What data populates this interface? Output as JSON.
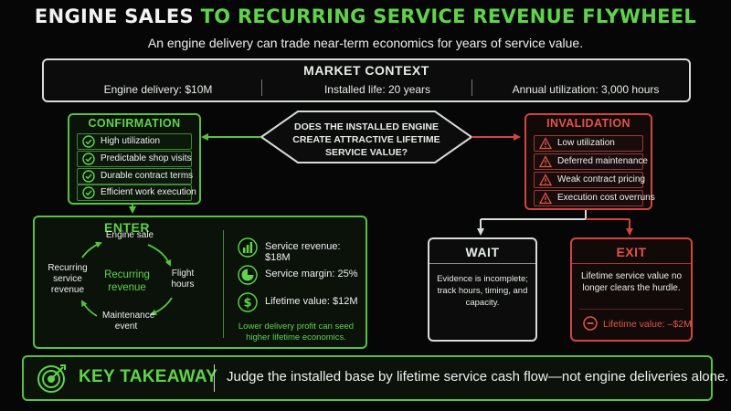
{
  "header": {
    "title_white": "ENGINE SALES",
    "title_green": "TO RECURRING SERVICE REVENUE FLYWHEEL",
    "subtitle": "An engine delivery can trade near-term economics for years of service value."
  },
  "market": {
    "title": "MARKET CONTEXT",
    "items": [
      "Engine delivery:  $10M",
      "Installed life:  20 years",
      "Annual utilization: 3,000 hours"
    ]
  },
  "question": {
    "text": "DOES THE INSTALLED ENGINE CREATE ATTRACTIVE LIFETIME SERVICE VALUE?"
  },
  "confirmation": {
    "title": "CONFIRMATION",
    "items": [
      "High utilization",
      "Predictable shop visits",
      "Durable contract terms",
      "Efficient work execution"
    ]
  },
  "invalidation": {
    "title": "INVALIDATION",
    "items": [
      "Low utilization",
      "Deferred maintenance",
      "Weak contract pricing",
      "Execution cost overruns"
    ]
  },
  "enter": {
    "title": "ENTER",
    "cycle": {
      "center": "Recurring revenue",
      "top": "Engine sale",
      "right": "Flight hours",
      "bottom": "Maintenance event",
      "left": "Recurring service revenue"
    },
    "metrics": [
      "Service revenue: $18M",
      "Service margin: 25%",
      "Lifetime value: $12M"
    ],
    "note": "Lower delivery profit can seed higher lifetime economics."
  },
  "wait": {
    "title": "WAIT",
    "body": "Evidence is incomplete; track hours, timing, and capacity."
  },
  "exit": {
    "title": "EXIT",
    "body": "Lifetime service value no longer clears the hurdle.",
    "value": "Lifetime value: –$2M"
  },
  "takeaway": {
    "label": "KEY TAKEAWAY",
    "text": "Judge the installed base by lifetime service cash flow—not engine deliveries alone."
  },
  "colors": {
    "green": "#5fd44a",
    "red": "#e2544a",
    "white": "#d8dcd8",
    "background": "#050605"
  },
  "icons": {
    "confirmation_items": "check-circle-icon",
    "invalidation_items": "warning-triangle-icon",
    "metrics": [
      "bar-chart-icon",
      "pie-chart-icon",
      "dollar-icon"
    ],
    "exit_value": "minus-circle-icon",
    "takeaway": "target-icon"
  }
}
